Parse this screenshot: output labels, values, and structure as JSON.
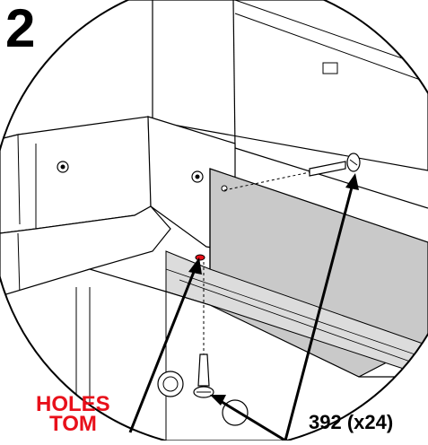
{
  "step": {
    "number": "2"
  },
  "callouts": {
    "holes_line1": "HOLES",
    "holes_line2": "TOM",
    "part": "392 (x24)"
  },
  "colors": {
    "callout_red": "#e8101a",
    "panel_gray": "#c9c9c9",
    "line": "#000000",
    "hole_marker": "#e8101a"
  },
  "icons": [
    "screw-icon",
    "screw-icon",
    "hole-marker-icon"
  ]
}
